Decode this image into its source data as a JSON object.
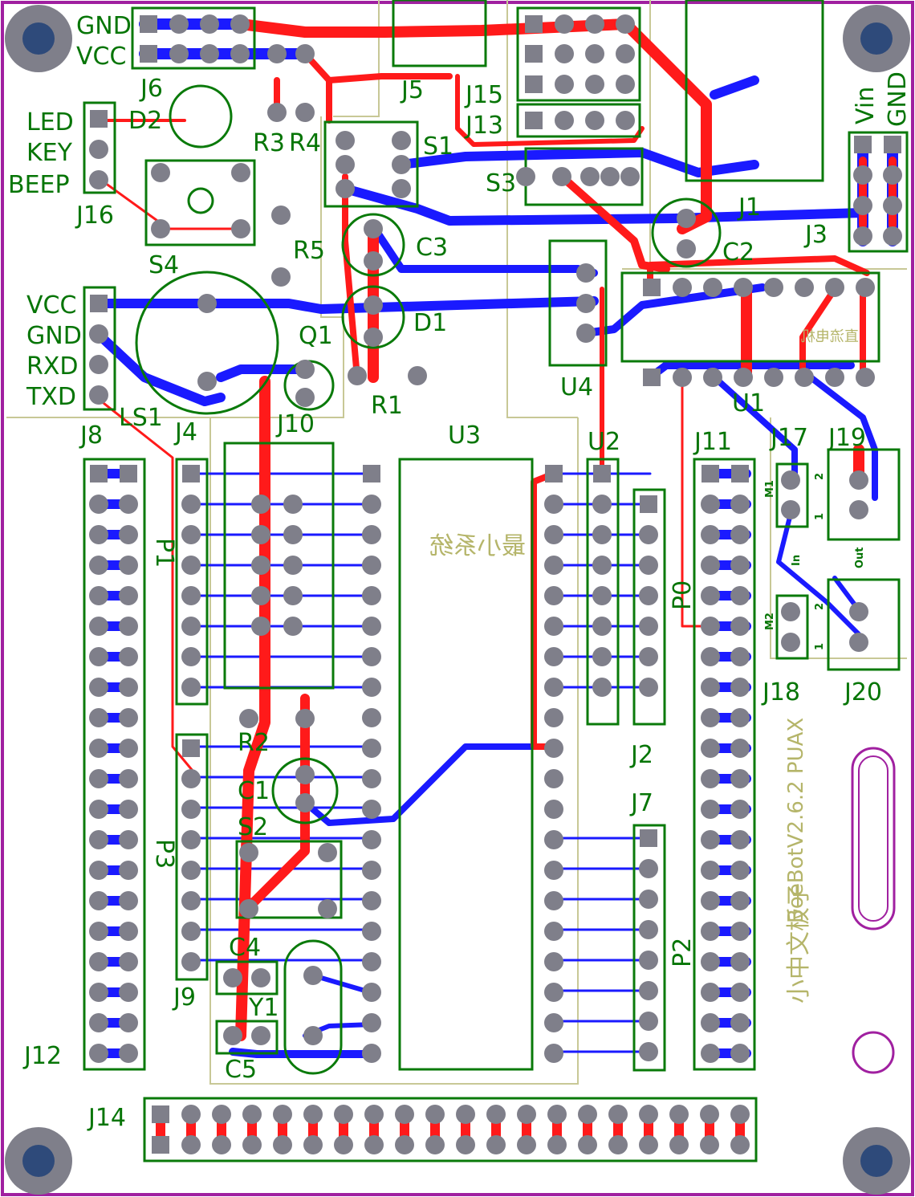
{
  "colors": {
    "board_outline": "#a020a0",
    "top_copper": "#ff1a1a",
    "bottom_copper": "#1a1aff",
    "silkscreen": "#0a7a0a",
    "pad": "#7f7f8a",
    "pad_hole": "#2e4a7a",
    "outline_layer": "#c8c896",
    "background": "#ffffff"
  },
  "designators": {
    "j6": "J6",
    "d2": "D2",
    "r3": "R3",
    "r4": "R4",
    "r5": "R5",
    "j5": "J5",
    "j15": "J15",
    "j13": "J13",
    "s1": "S1",
    "s3": "S3",
    "j1": "J1",
    "j3": "J3",
    "j16": "J16",
    "s4": "S4",
    "c3": "C3",
    "d1": "D1",
    "c2": "C2",
    "q1": "Q1",
    "r1": "R1",
    "u4": "U4",
    "u1": "U1",
    "j8": "J8",
    "ls1": "LS1",
    "j4": "J4",
    "j10": "J10",
    "u3": "U3",
    "u2": "U2",
    "j11": "J11",
    "j17": "J17",
    "j19": "J19",
    "p1": "P1",
    "p0": "P0",
    "j12": "J12",
    "r2": "R2",
    "c1": "C1",
    "s2": "S2",
    "p3": "P3",
    "j2": "J2",
    "j7": "J7",
    "c4": "C4",
    "y1": "Y1",
    "c5": "C5",
    "j9": "J9",
    "p2": "P2",
    "j18": "J18",
    "j20": "J20",
    "j14": "J14"
  },
  "pin_labels": {
    "j6_gnd": "GND",
    "j6_vcc": "VCC",
    "led": "LED",
    "key": "KEY",
    "beep": "BEEP",
    "vcc": "VCC",
    "gnd": "GND",
    "rxd": "RXD",
    "txd": "TXD",
    "vin": "Vin",
    "gnd_j3": "GND",
    "m1": "M1",
    "m2": "M2",
    "in": "In",
    "out": "Out",
    "pin1": "1",
    "pin2": "2"
  },
  "silkscreen_text": {
    "u3_body": "最小系统",
    "motor_driver": "直流电机",
    "version": "BoeBotV2.6.2 PUAX",
    "bottom_left_sideways": "小中文板子"
  }
}
